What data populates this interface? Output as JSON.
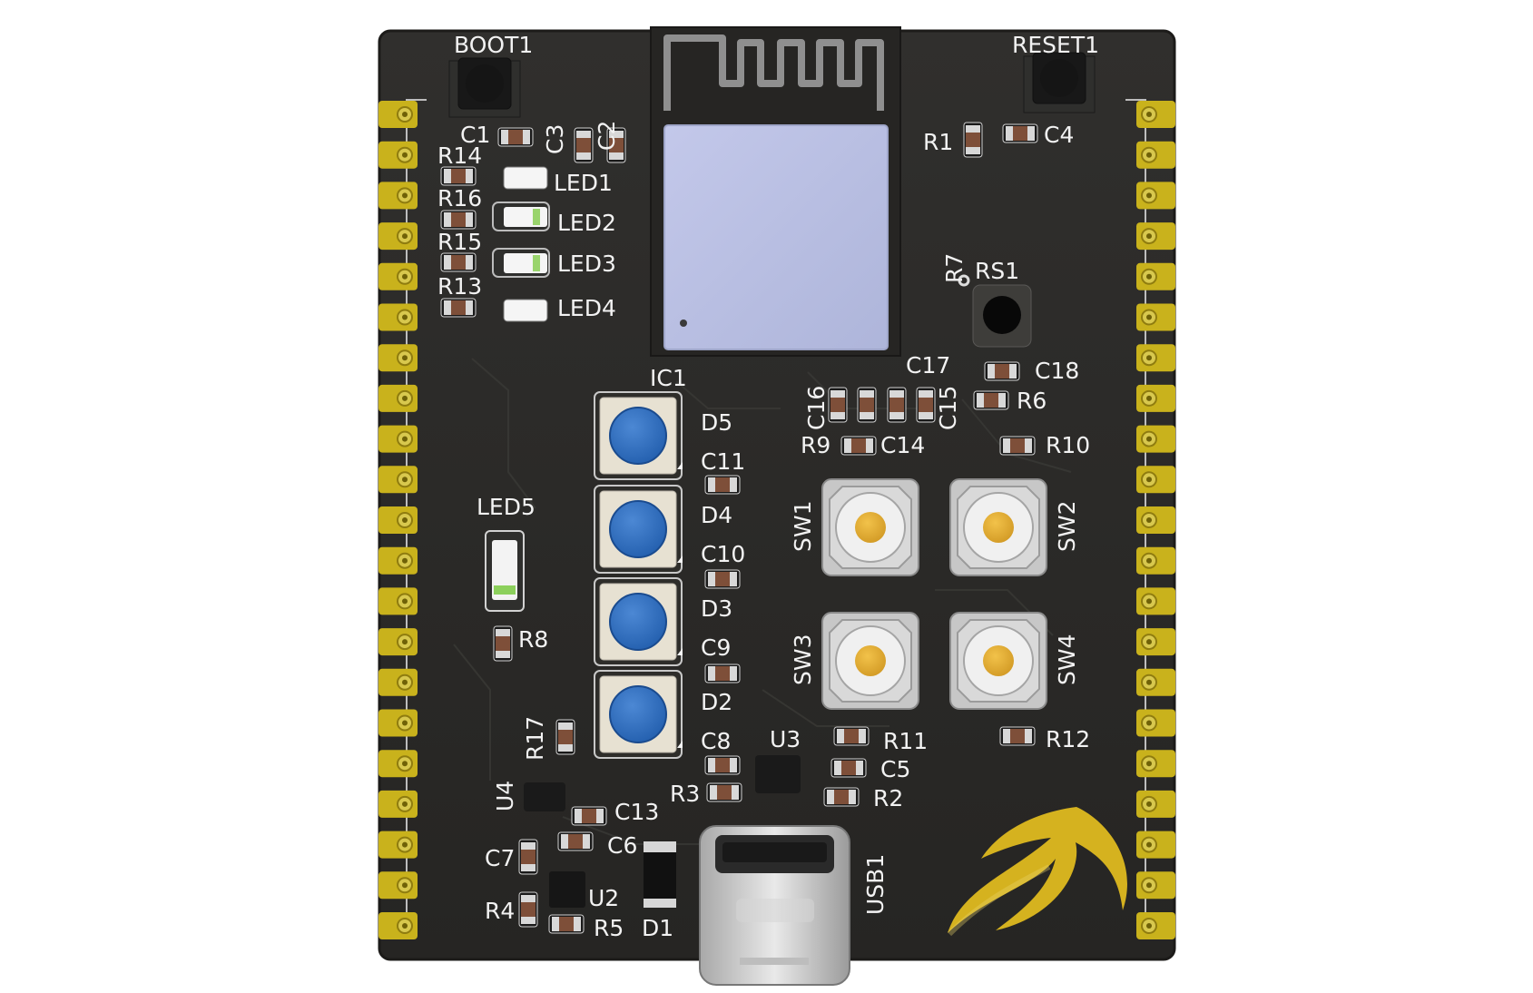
{
  "board": {
    "colors": {
      "pcb": "#2b2a28",
      "pcb_edge": "#1f1e1c",
      "pad_gold": "#c9b21c",
      "silkscreen": "#f2f2f2",
      "module_shield": "#b7bfe0",
      "button_cap": "#e1a93a",
      "led_cap": "#2d6fc1"
    },
    "labels": {
      "boot": "BOOT1",
      "reset": "RESET1",
      "c1": "C1",
      "c2": "C2",
      "c3": "C3",
      "c4": "C4",
      "c5": "C5",
      "c6": "C6",
      "c7": "C7",
      "c8": "C8",
      "c9": "C9",
      "c10": "C10",
      "c11": "C11",
      "c13": "C13",
      "c14": "C14",
      "c15": "C15",
      "c16": "C16",
      "c17": "C17",
      "c18": "C18",
      "r1": "R1",
      "r2": "R2",
      "r3": "R3",
      "r4": "R4",
      "r5": "R5",
      "r6": "R6",
      "r7": "R7",
      "r8": "R8",
      "r9": "R9",
      "r10": "R10",
      "r11": "R11",
      "r12": "R12",
      "r13": "R13",
      "r14": "R14",
      "r15": "R15",
      "r16": "R16",
      "r17": "R17",
      "led1": "LED1",
      "led2": "LED2",
      "led3": "LED3",
      "led4": "LED4",
      "led5": "LED5",
      "ic1": "IC1",
      "rs1": "RS1",
      "d1": "D1",
      "d2": "D2",
      "d3": "D3",
      "d4": "D4",
      "d5": "D5",
      "sw1": "SW1",
      "sw2": "SW2",
      "sw3": "SW3",
      "sw4": "SW4",
      "u2": "U2",
      "u3": "U3",
      "u4": "U4",
      "usb1": "USB1"
    }
  }
}
